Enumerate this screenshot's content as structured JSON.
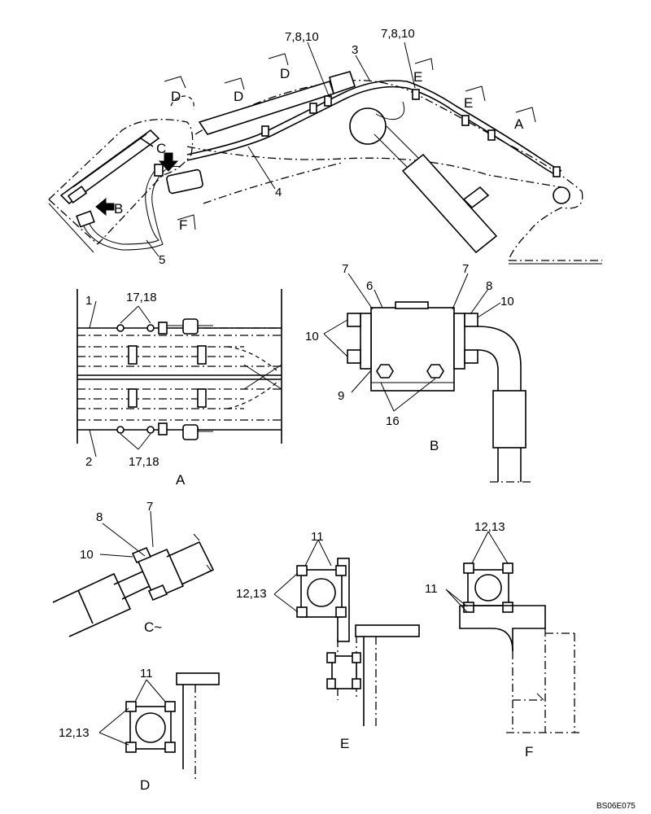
{
  "overview": {
    "callouts": {
      "c1": "7,8,10",
      "c2": "7,8,10",
      "c3": "3",
      "c4": "4",
      "c5": "5"
    },
    "section_marks": {
      "d1": "D",
      "d2": "D",
      "d3": "D",
      "e1": "E",
      "e2": "E",
      "a": "A",
      "f": "F"
    },
    "arrows": {
      "b": "B",
      "c": "C"
    }
  },
  "view_a": {
    "title": "A",
    "callouts": {
      "c1": "1",
      "c2": "2",
      "top": "17,18",
      "bottom": "17,18"
    }
  },
  "view_b": {
    "title": "B",
    "callouts": {
      "c7a": "7",
      "c6": "6",
      "c7b": "7",
      "c8": "8",
      "c10a": "10",
      "c10b": "10",
      "c9": "9",
      "c16": "16"
    }
  },
  "view_c": {
    "title": "C~",
    "callouts": {
      "c8": "8",
      "c7": "7",
      "c10": "10"
    }
  },
  "view_d": {
    "title": "D",
    "callouts": {
      "c11": "11",
      "c1213": "12,13"
    }
  },
  "view_e": {
    "title": "E",
    "callouts": {
      "c11": "11",
      "c1213": "12,13"
    }
  },
  "view_f": {
    "title": "F",
    "callouts": {
      "c1213": "12,13",
      "c11": "11"
    }
  },
  "doc_code": "BS06E075"
}
